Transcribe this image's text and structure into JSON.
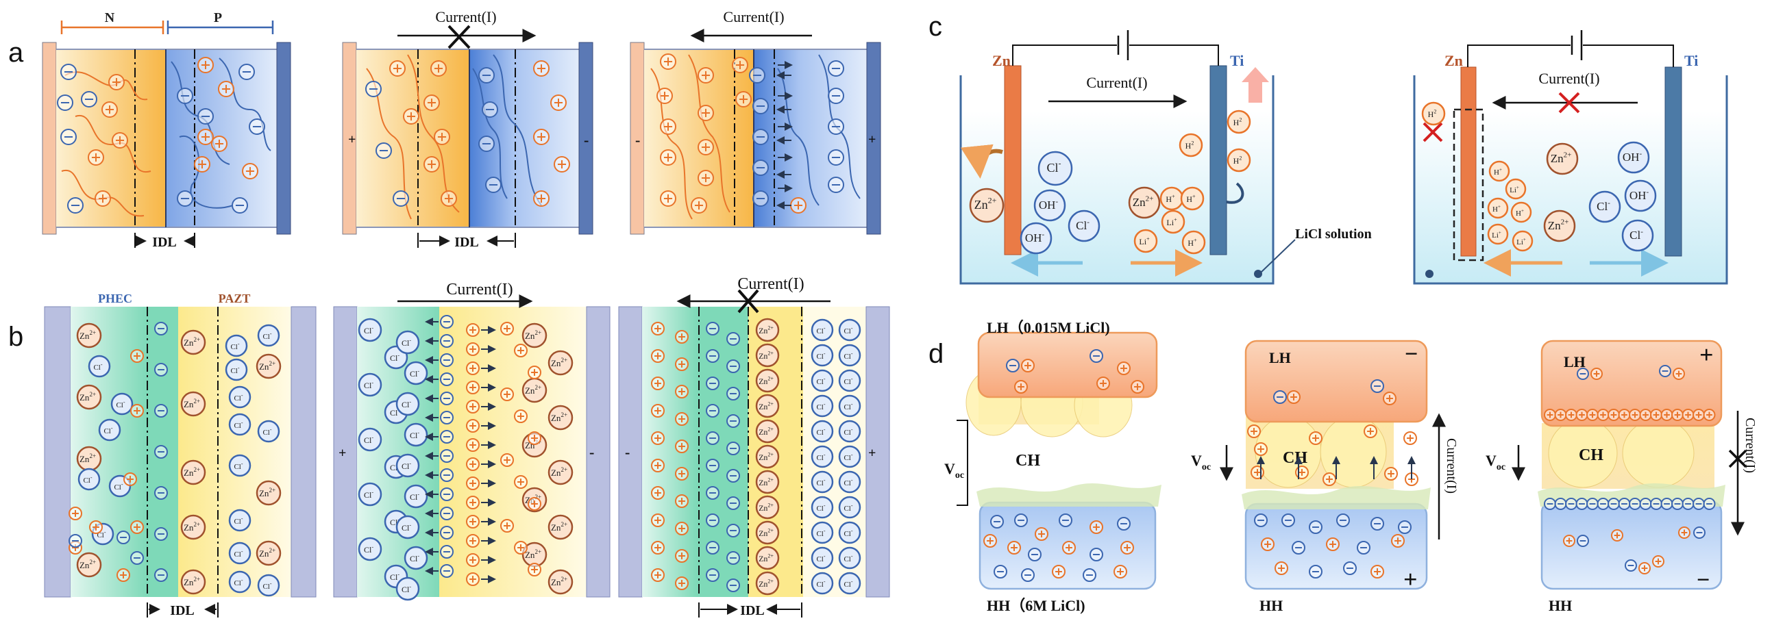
{
  "panel_letters": {
    "a": "a",
    "b": "b",
    "c": "c",
    "d": "d"
  },
  "a": {
    "n_label": "N",
    "p_label": "P",
    "current": "Current(I)",
    "idl": "IDL",
    "plus": "+",
    "minus": "-"
  },
  "b": {
    "phec": "PHEC",
    "pazt": "PAZT",
    "current": "Current(I)",
    "idl": "IDL",
    "zn": "Zn",
    "zn_sup": "2+",
    "cl": "Cl",
    "cl_sup": "-",
    "plus": "+",
    "minus": "-"
  },
  "c": {
    "zn": "Zn",
    "ti": "Ti",
    "current": "Current(I)",
    "current2": "Current(I)",
    "solution": "LiCl solution",
    "h2": "H",
    "h2_sub": "2",
    "cl": "Cl",
    "oh": "OH",
    "li": "Li",
    "h": "H",
    "zn2": "Zn",
    "sup_plus": "+",
    "sup_2plus": "2+",
    "sup_minus": "-"
  },
  "d": {
    "lh_full": "LH（0.015M LiCl)",
    "lh": "LH",
    "hh_full": "HH（6M LiCl)",
    "hh": "HH",
    "ch": "CH",
    "voc": "V",
    "voc_sub": "oc",
    "current": "Current(I)",
    "plus": "+",
    "minus": "−"
  },
  "colors": {
    "orange": "#e8742a",
    "blue": "#3b66b0",
    "teal": "#2a9db5",
    "orange_fill": "#f9c57a",
    "blue_fill": "#b7cef0",
    "yellow_fill": "#fdf3b8",
    "green_fill": "#9fe0c4",
    "water": "#d7f0f7",
    "red": "#d42020"
  }
}
